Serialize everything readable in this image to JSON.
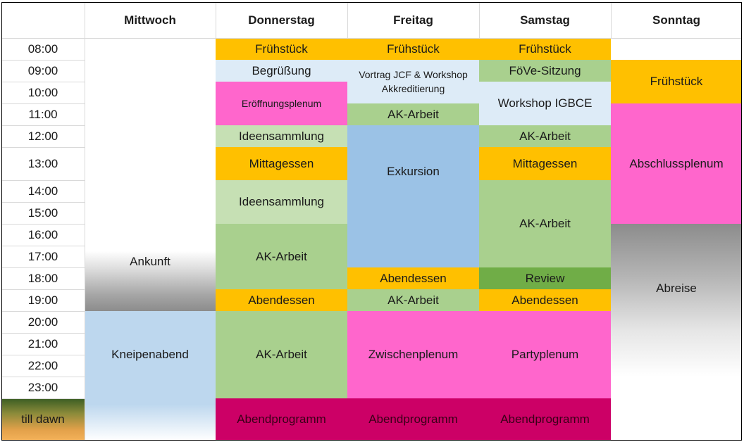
{
  "colors": {
    "orange": "#ffc000",
    "light_blue": "#ddebf7",
    "pink": "#ff66cc",
    "light_green": "#c6e0b4",
    "green": "#a9d08e",
    "dark_green": "#70ad47",
    "blue": "#9bc2e6",
    "sky_blue": "#bdd7ee",
    "magenta": "#cc0066"
  },
  "headers": [
    "Mittwoch",
    "Donnerstag",
    "Freitag",
    "Samstag",
    "Sonntag"
  ],
  "times": [
    "08:00",
    "09:00",
    "10:00",
    "11:00",
    "12:00",
    "13:00",
    "14:00",
    "15:00",
    "16:00",
    "17:00",
    "18:00",
    "19:00",
    "20:00",
    "21:00",
    "22:00",
    "23:00",
    "till dawn"
  ],
  "events": [
    {
      "day": 0,
      "start": 7,
      "end": 12,
      "label": "Ankunft",
      "fill": "fade-gray"
    },
    {
      "day": 0,
      "start": 12,
      "end": 17,
      "label": "Kneipenabend",
      "fill": "fade-blue"
    },
    {
      "day": 1,
      "start": 0,
      "end": 1,
      "label": "Frühstück",
      "fill": "orange"
    },
    {
      "day": 1,
      "start": 1,
      "end": 2,
      "label": "Begrüßung",
      "fill": "light_blue"
    },
    {
      "day": 1,
      "start": 2,
      "end": 4,
      "label": "Eröffnungsplenum",
      "fill": "pink",
      "small": true
    },
    {
      "day": 1,
      "start": 4,
      "end": 5,
      "label": "Ideensammlung",
      "fill": "light_green"
    },
    {
      "day": 1,
      "start": 5,
      "end": 6,
      "label": "Mittagessen",
      "fill": "orange"
    },
    {
      "day": 1,
      "start": 6,
      "end": 8,
      "label": "Ideensammlung",
      "fill": "light_green"
    },
    {
      "day": 1,
      "start": 8,
      "end": 11,
      "label": "AK-Arbeit",
      "fill": "green"
    },
    {
      "day": 1,
      "start": 11,
      "end": 12,
      "label": "Abendessen",
      "fill": "orange"
    },
    {
      "day": 1,
      "start": 12,
      "end": 16,
      "label": "AK-Arbeit",
      "fill": "green"
    },
    {
      "day": 1,
      "start": 16,
      "end": 17,
      "label": "Abendprogramm",
      "fill": "magenta"
    },
    {
      "day": 2,
      "start": 0,
      "end": 1,
      "label": "Frühstück",
      "fill": "orange"
    },
    {
      "day": 2,
      "start": 1,
      "end": 3,
      "label": "Vortrag JCF & Workshop",
      "sublabel": "Akkreditierung",
      "fill": "light_blue",
      "small": true
    },
    {
      "day": 2,
      "start": 3,
      "end": 4,
      "label": "AK-Arbeit",
      "fill": "green"
    },
    {
      "day": 2,
      "start": 4,
      "end": 10,
      "label": "Exkursion",
      "fill": "blue",
      "shift": -70
    },
    {
      "day": 2,
      "start": 10,
      "end": 11,
      "label": "Abendessen",
      "fill": "orange"
    },
    {
      "day": 2,
      "start": 11,
      "end": 12,
      "label": "AK-Arbeit",
      "fill": "green"
    },
    {
      "day": 2,
      "start": 12,
      "end": 16,
      "label": "Zwischenplenum",
      "fill": "pink"
    },
    {
      "day": 2,
      "start": 16,
      "end": 17,
      "label": "Abendprogramm",
      "fill": "magenta"
    },
    {
      "day": 3,
      "start": 0,
      "end": 1,
      "label": "Frühstück",
      "fill": "orange"
    },
    {
      "day": 3,
      "start": 1,
      "end": 2,
      "label": "FöVe-Sitzung",
      "fill": "green"
    },
    {
      "day": 3,
      "start": 2,
      "end": 4,
      "label": "Workshop IGBCE",
      "fill": "light_blue"
    },
    {
      "day": 3,
      "start": 4,
      "end": 5,
      "label": "AK-Arbeit",
      "fill": "green"
    },
    {
      "day": 3,
      "start": 5,
      "end": 6,
      "label": "Mittagessen",
      "fill": "orange"
    },
    {
      "day": 3,
      "start": 6,
      "end": 10,
      "label": "AK-Arbeit",
      "fill": "green"
    },
    {
      "day": 3,
      "start": 10,
      "end": 11,
      "label": "Review",
      "fill": "dark_green"
    },
    {
      "day": 3,
      "start": 11,
      "end": 12,
      "label": "Abendessen",
      "fill": "orange"
    },
    {
      "day": 3,
      "start": 12,
      "end": 16,
      "label": "Partyplenum",
      "fill": "pink"
    },
    {
      "day": 3,
      "start": 16,
      "end": 17,
      "label": "Abendprogramm",
      "fill": "magenta"
    },
    {
      "day": 4,
      "start": 1,
      "end": 3,
      "label": "Frühstück",
      "fill": "orange"
    },
    {
      "day": 4,
      "start": 3,
      "end": 8,
      "label": "Abschlussplenum",
      "fill": "pink"
    },
    {
      "day": 4,
      "start": 8,
      "end": 15,
      "label": "Abreise",
      "fill": "fade-gray-long"
    }
  ]
}
